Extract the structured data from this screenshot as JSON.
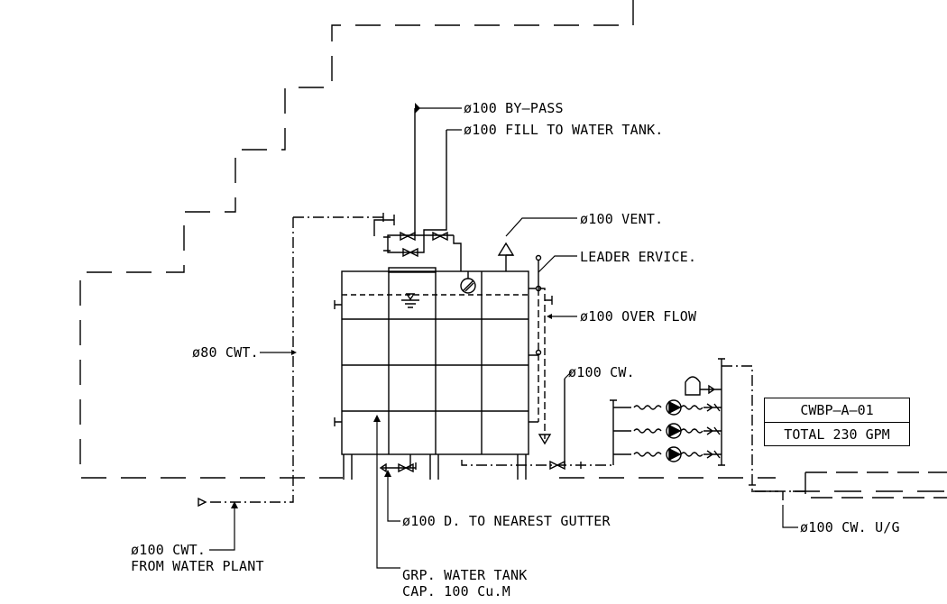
{
  "labels": {
    "bypass": "ø100 BY–PASS",
    "fill": "ø100 FILL TO WATER TANK.",
    "vent": "ø100 VENT.",
    "leader": "LEADER ERVICE.",
    "overflow": "ø100 OVER FLOW",
    "cwt80": "ø80 CWT.",
    "cw": "ø100 CW.",
    "drain": "ø100 D. TO NEAREST GUTTER",
    "cwt100_line1": "ø100 CWT.",
    "cwt100_line2": "FROM WATER PLANT",
    "tank_line1": "GRP. WATER TANK",
    "tank_line2": "CAP. 100 Cu.M",
    "cw_ug": "ø100 CW. U/G"
  },
  "pump_tag": {
    "id": "CWBP–A–01",
    "total": "TOTAL 230 GPM"
  }
}
